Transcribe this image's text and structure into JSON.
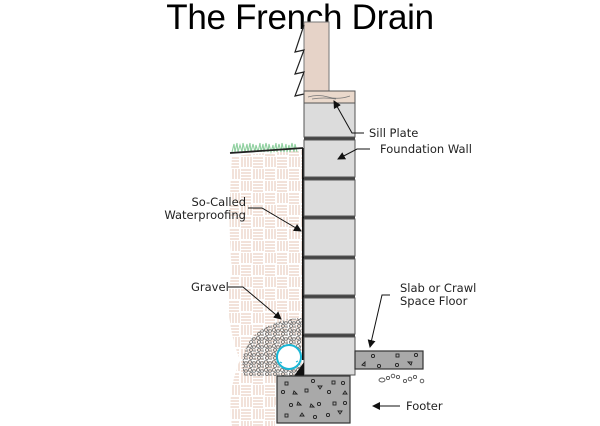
{
  "title": "The French Drain",
  "labels": {
    "sill_plate": "Sill Plate",
    "foundation_wall": "Foundation Wall",
    "waterproofing_line1": "So-Called",
    "waterproofing_line2": "Waterproofing",
    "gravel": "Gravel",
    "slab_line1": "Slab or Crawl",
    "slab_line2": "Space Floor",
    "footer": "Footer"
  },
  "colors": {
    "siding": "#e6d3c8",
    "sill_plate": "#ead9cc",
    "block": "#dcdcdc",
    "mortar": "#555555",
    "concrete": "#a9a9a9",
    "soil_texture": "#e8cfc0",
    "grass": "#8fcf9f",
    "pipe": "#1ab7d6",
    "gravel": "#777777"
  }
}
